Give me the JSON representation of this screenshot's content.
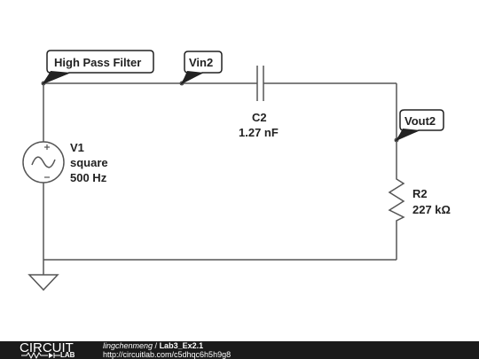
{
  "tags": {
    "high_pass_filter": "High Pass Filter",
    "vin2": "Vin2",
    "vout2": "Vout2"
  },
  "components": {
    "v1": {
      "name": "V1",
      "wave": "square",
      "freq": "500 Hz"
    },
    "c2": {
      "name": "C2",
      "value": "1.27 nF"
    },
    "r2": {
      "name": "R2",
      "value": "227 kΩ"
    }
  },
  "footer": {
    "logo_top": "CIRCUIT",
    "logo_bottom": "LAB",
    "user": "lingchenmeng",
    "separator": " / ",
    "title": "Lab3_Ex2.1",
    "url": "http://circuitlab.com/c5dhqc6h5h9g8"
  },
  "colors": {
    "wire": "#555555",
    "tag_fill": "#ffffff",
    "tag_stroke": "#222222",
    "footer_bg": "#1b1b1b"
  }
}
